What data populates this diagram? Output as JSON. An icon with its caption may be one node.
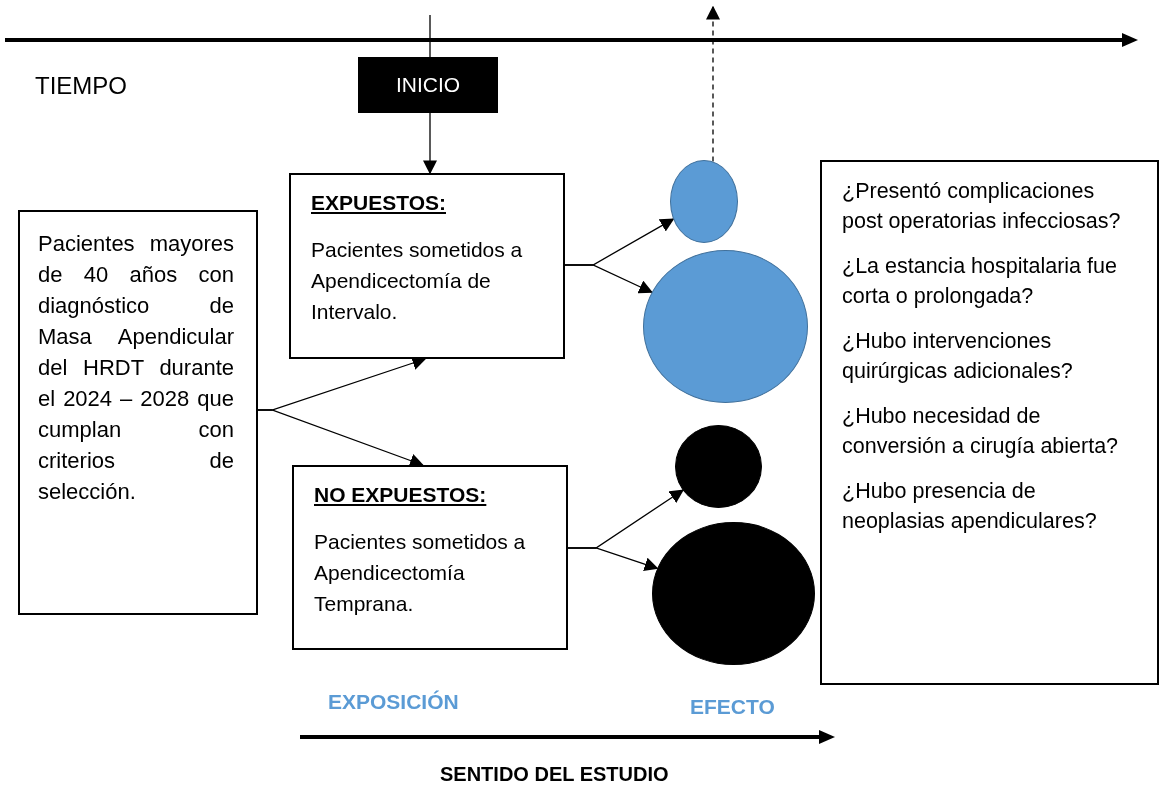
{
  "diagram": {
    "nodes": [
      {
        "text": [
          "INICIO"
        ]
      },
      {
        "text": [
          "Pacientes mayores de 40 años con diagnóstico de Masa Apendicular del HRDT durante el 2024 – 2028 que cumplan con criterios de selección."
        ]
      },
      {
        "text": [
          "EXPUESTOS:",
          "Pacientes sometidos a Apendicectomía de Intervalo."
        ]
      },
      {
        "text": [
          "NO EXPUESTOS:",
          "Pacientes sometidos a Apendicectomía Temprana."
        ]
      },
      {
        "text": [],
        "shape": "circle"
      },
      {
        "text": [],
        "shape": "circle"
      },
      {
        "text": [],
        "shape": "circle"
      },
      {
        "text": [],
        "shape": "circle"
      },
      {
        "text": [
          "¿Presentó complicaciones post operatorias infecciosas?",
          "¿La estancia hospitalaria fue corta o prolongada?",
          "¿Hubo intervenciones quirúrgicas adicionales?",
          "¿Hubo necesidad de conversión a cirugía abierta?",
          "¿Hubo presencia de neoplasias apendiculares?"
        ]
      }
    ],
    "edges": [
      {
        "from": null,
        "to": 0,
        "arrow": "none"
      },
      {
        "from": 0,
        "to": 2,
        "arrow": "to"
      },
      {
        "from": 1,
        "to": 2,
        "arrow": "to"
      },
      {
        "from": 1,
        "to": 3,
        "arrow": "to"
      },
      {
        "from": 2,
        "to": 4,
        "arrow": "to"
      },
      {
        "from": 2,
        "to": 5,
        "arrow": "to"
      },
      {
        "from": 3,
        "to": 6,
        "arrow": "to"
      },
      {
        "from": 3,
        "to": 7,
        "arrow": "to"
      },
      {
        "from": 4,
        "to": null,
        "arrow": "to",
        "style": "dashed"
      }
    ],
    "labels": [
      "TIEMPO",
      "EXPOSICIÓN",
      "EFECTO",
      "SENTIDO DEL ESTUDIO"
    ]
  }
}
